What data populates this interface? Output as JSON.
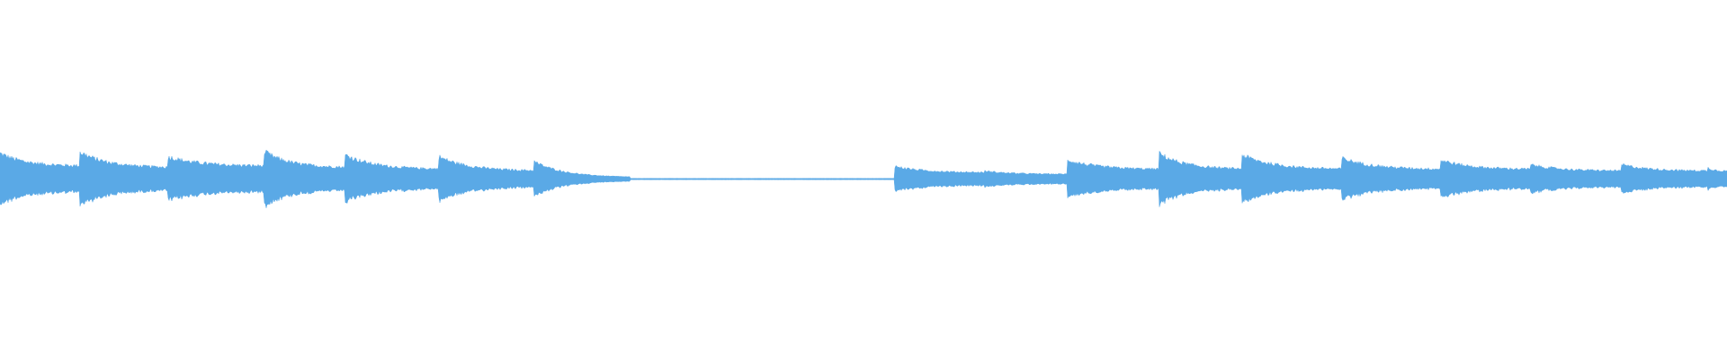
{
  "waveform": {
    "color": "#5aa9e6",
    "background": "#ffffff",
    "onsets": [
      0.0,
      0.046,
      0.097,
      0.153,
      0.2,
      0.254,
      0.309,
      0.518,
      0.57,
      0.618,
      0.671,
      0.719,
      0.777,
      0.834,
      0.886,
      0.939,
      0.989
    ],
    "peak_amplitudes": [
      0.16,
      0.17,
      0.14,
      0.17,
      0.15,
      0.14,
      0.11,
      0.08,
      0.05,
      0.12,
      0.16,
      0.15,
      0.13,
      0.12,
      0.09,
      0.09,
      0.07
    ],
    "decay_floor": [
      0.08,
      0.07,
      0.08,
      0.07,
      0.06,
      0.05,
      0.01,
      0.04,
      0.03,
      0.06,
      0.06,
      0.06,
      0.06,
      0.06,
      0.05,
      0.05,
      0.05
    ],
    "silent_range": [
      0.365,
      0.518
    ]
  }
}
